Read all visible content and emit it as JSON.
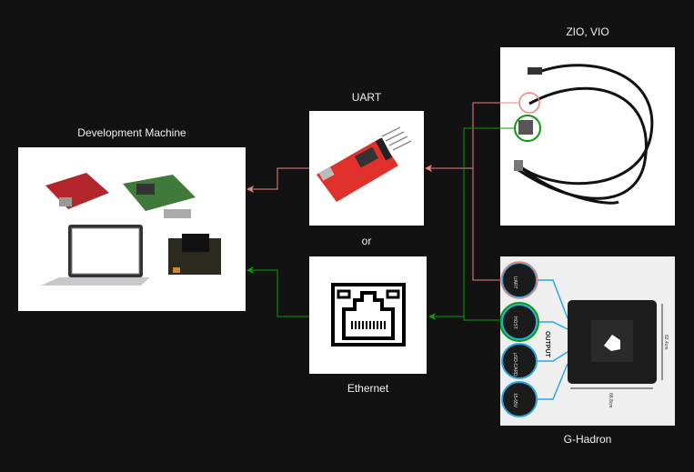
{
  "nodes": {
    "dev_machine": {
      "label": "Development Machine"
    },
    "uart": {
      "label": "UART"
    },
    "or_text": "or",
    "ethernet": {
      "label": "Ethernet"
    },
    "zio_vio": {
      "label": "ZIO, VIO"
    },
    "g_hadron": {
      "label": "G-Hadron",
      "port_labels": [
        "UART",
        "HOST",
        "μSD-CARD",
        "15-65V"
      ],
      "output_label": "OUTPUT",
      "dim_height": "62.4cm",
      "dim_width": "68.8cm"
    }
  },
  "colors": {
    "background": "#121212",
    "uart_link": "#f08080",
    "ethernet_link": "#0a9a0a",
    "port_line": "#29a8e0"
  }
}
